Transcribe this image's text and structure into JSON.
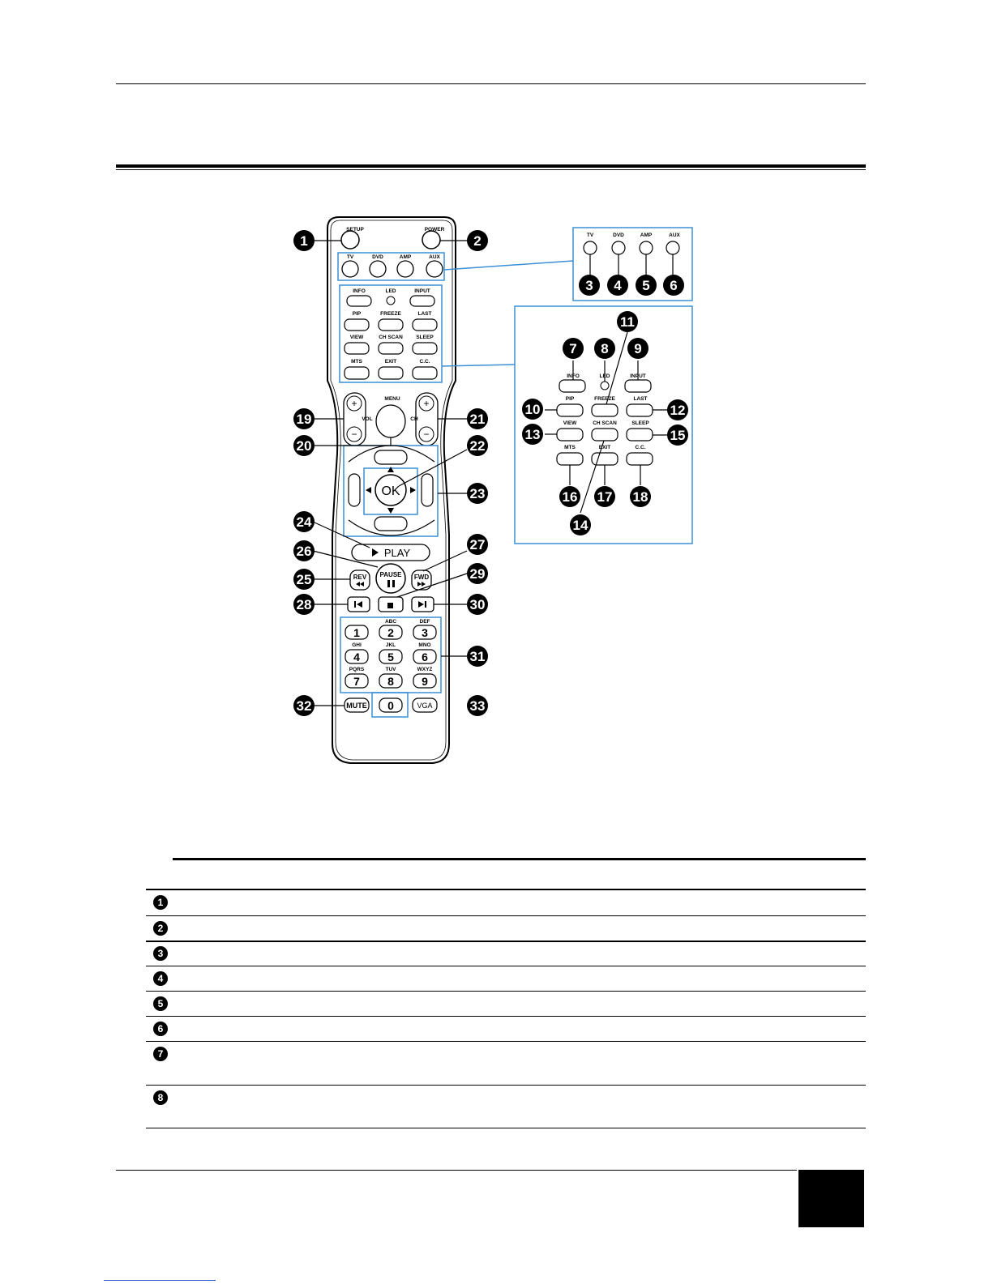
{
  "remote": {
    "top": {
      "setup": "SETUP",
      "power": "POWER"
    },
    "modes": [
      "TV",
      "DVD",
      "AMP",
      "AUX"
    ],
    "function_grid": [
      "INFO",
      "LED",
      "INPUT",
      "PIP",
      "FREEZE",
      "LAST",
      "VIEW",
      "CH SCAN",
      "SLEEP",
      "MTS",
      "EXIT",
      "C.C."
    ],
    "vol_label": "VOL",
    "menu_label": "MENU",
    "ch_label": "CH",
    "plus": "+",
    "minus": "−",
    "ok_label": "OK",
    "play_label": "PLAY",
    "pause_label": "PAUSE",
    "rev_label": "REV",
    "fwd_label": "FWD",
    "digits": [
      "1",
      "2",
      "3",
      "4",
      "5",
      "6",
      "7",
      "8",
      "9",
      "0"
    ],
    "letters": [
      "ABC",
      "DEF",
      "GHI",
      "JKL",
      "MNO",
      "PQRS",
      "TUV",
      "WXYZ"
    ],
    "mute_label": "MUTE",
    "vga_label": "VGA"
  },
  "callouts": [
    "1",
    "2",
    "3",
    "4",
    "5",
    "6",
    "7",
    "8",
    "9",
    "10",
    "11",
    "12",
    "13",
    "14",
    "15",
    "16",
    "17",
    "18",
    "19",
    "20",
    "21",
    "22",
    "23",
    "24",
    "25",
    "26",
    "27",
    "28",
    "29",
    "30",
    "31",
    "32",
    "33"
  ],
  "table_rows": [
    "1",
    "2",
    "3",
    "4",
    "5",
    "6",
    "7",
    "8"
  ],
  "colors": {
    "highlight_box": "#3a8fd6",
    "ink": "#000000"
  },
  "icons": [
    "play-icon",
    "pause-icon",
    "rewind-icon",
    "fast-forward-icon",
    "stop-icon",
    "skip-previous-icon",
    "skip-next-icon",
    "arrow-up-icon",
    "arrow-down-icon",
    "arrow-left-icon",
    "arrow-right-icon"
  ]
}
